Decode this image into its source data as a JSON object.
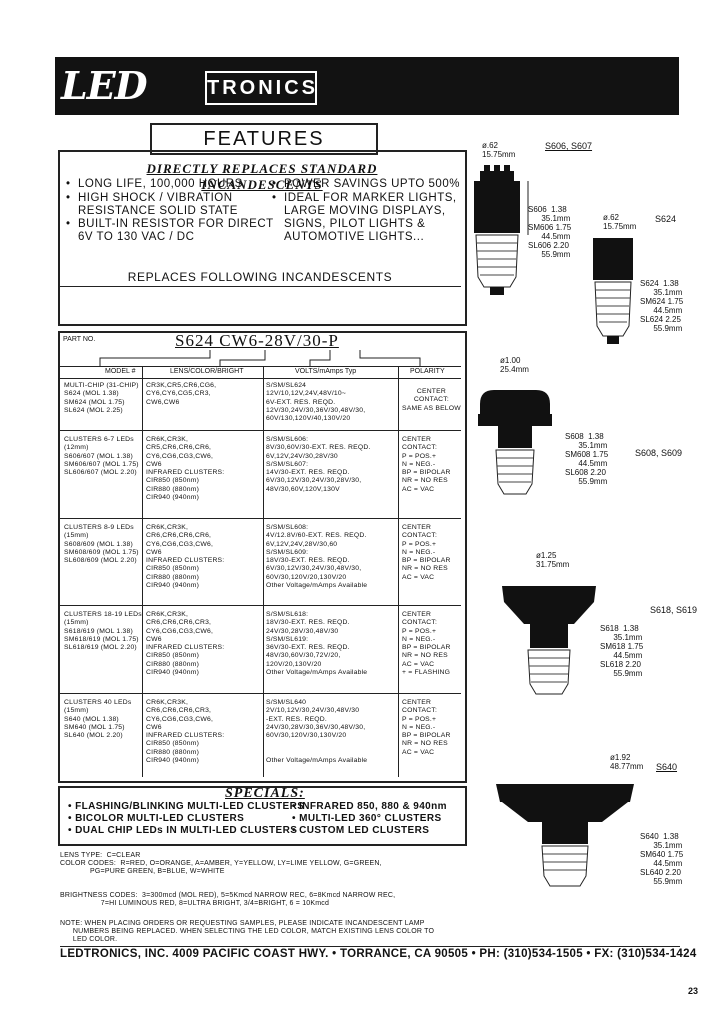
{
  "header": {
    "logo": "LED",
    "logo_suffix": "TRONICS"
  },
  "features": {
    "title": "FEATURES",
    "replaces": "DIRECTLY REPLACES STANDARD INCANDESCENTS",
    "left": [
      "LONG LIFE, 100,000 HOURS",
      "HIGH SHOCK / VIBRATION",
      "RESISTANCE SOLID STATE",
      "BUILT-IN RESISTOR FOR DIRECT",
      "6V TO 130 VAC / DC"
    ],
    "right": [
      "POWER SAVINGS UPTO 500%",
      "IDEAL FOR MARKER LIGHTS,",
      "LARGE MOVING DISPLAYS,",
      "SIGNS, PILOT LIGHTS &",
      "AUTOMOTIVE LIGHTS..."
    ],
    "incandescents_title": "REPLACES FOLLOWING INCANDESCENTS"
  },
  "part_table": {
    "part_no_label": "PART NO.",
    "part_code": "S624 CW6-28V/30-P",
    "headers": [
      "MODEL #",
      "LENS/COLOR/BRIGHT",
      "VOLTS/mAmps Typ",
      "POLARITY"
    ],
    "rows": [
      {
        "model": "MULTI-CHIP (31-CHIP)\nS624 (MOL 1.38)\nSM624 (MOL 1.75)\nSL624 (MOL 2.25)",
        "lens": "CR3K,CR5,CR6,CG6,\nCY6,CY6,CG5,CR3,\nCW6,CW6",
        "volts": "S/SM/SL624\n12V/10,12V,24V,48V/10~\n6V-EXT. RES. REQD.\n12V/30,24V/30,36V/30,48V/30,\n60V/130,120V/40,130V/20",
        "polarity": "CENTER\nCONTACT:\nSAME AS BELOW"
      },
      {
        "model": "CLUSTERS 6-7 LEDs\n(12mm)\nS606/607 (MOL 1.38)\nSM606/607 (MOL 1.75)\nSL606/607 (MOL 2.20)",
        "lens": "CR6K,CR3K,\nCR5,CR6,CR6,CR6,\nCY6,CG6,CG3,CW6,\nCW6\nINFRARED CLUSTERS:\nCIR850 (850nm)\nCIR880 (880nm)\nCIR940 (940nm)",
        "volts": "S/SM/SL606:\n8V/30,60V/30-EXT. RES. REQD.\n6V,12V,24V/30,28V/30\nS/SM/SL607:\n14V/30-EXT. RES. REQD.\n6V/30,12V/30,24V/30,28V/30,\n48V/30,60V,120V,130V",
        "polarity": "CENTER\nCONTACT:\nP = POS.+\nN = NEG.-\nBP = BIPOLAR\nNR = NO RES\nAC = VAC"
      },
      {
        "model": "CLUSTERS 8-9 LEDs\n(15mm)\nS608/609 (MOL 1.38)\nSM608/609 (MOL 1.75)\nSL608/609 (MOL 2.20)",
        "lens": "CR6K,CR3K,\nCR6,CR6,CR6,CR6,\nCY6,CG6,CG3,CW6,\nCW6\nINFRARED CLUSTERS:\nCIR850 (850nm)\nCIR880 (880nm)\nCIR940 (940nm)",
        "volts": "S/SM/SL608:\n4V/12.8V/60-EXT. RES. REQD.\n6V,12V,24V,28V/30,60\nS/SM/SL609:\n18V/30-EXT. RES. REQD.\n6V/30,12V/30,24V/30,48V/30,\n60V/30,120V/20,130V/20\nOther Voltage/mAmps Available",
        "polarity": "CENTER\nCONTACT:\nP = POS.+\nN = NEG.-\nBP = BIPOLAR\nNR = NO RES\nAC = VAC"
      },
      {
        "model": "CLUSTERS 18-19 LEDs\n(15mm)\nS618/619 (MOL 1.38)\nSM618/619 (MOL 1.75)\nSL618/619 (MOL 2.20)",
        "lens": "CR6K,CR3K,\nCR6,CR6,CR6,CR3,\nCY6,CG6,CG3,CW6,\nCW6\nINFRARED CLUSTERS:\nCIR850 (850nm)\nCIR880 (880nm)\nCIR940 (940nm)",
        "volts": "S/SM/SL618:\n18V/30-EXT. RES. REQD.\n24V/30,28V/30,48V/30\nS/SM/SL619:\n36V/30-EXT. RES. REQD.\n48V/30,60V/30,72V/20,\n120V/20,130V/20\nOther Voltage/mAmps Available",
        "polarity": "CENTER\nCONTACT:\nP = POS.+\nN = NEG.-\nBP = BIPOLAR\nNR = NO RES\nAC = VAC\n+ = FLASHING"
      },
      {
        "model": "CLUSTERS 40 LEDs\n(15mm)\nS640 (MOL 1.38)\nSM640 (MOL 1.75)\nSL640 (MOL 2.20)",
        "lens": "CR6K,CR3K,\nCR6,CR6,CR6,CR3,\nCY6,CG6,CG3,CW6,\nCW6\nINFRARED CLUSTERS:\nCIR850 (850nm)\nCIR880 (880nm)\nCIR940 (940nm)",
        "volts": "S/SM/SL640\n2V/10,12V/30,24V/30,48V/30\n-EXT. RES. REQD.\n24V/30,28V/30,36V/30,48V/30,\n60V/30,120V/30,130V/20\n\n\nOther Voltage/mAmps Available",
        "polarity": "CENTER\nCONTACT:\nP = POS.+\nN = NEG.-\nBP = BIPOLAR\nNR = NO RES\nAC = VAC"
      }
    ]
  },
  "specials": {
    "title": "SPECIALS:",
    "left": [
      "FLASHING/BLINKING MULTI-LED CLUSTERS",
      "BICOLOR MULTI-LED CLUSTERS",
      "DUAL CHIP LEDs IN MULTI-LED CLUSTERS"
    ],
    "right": [
      "INFRARED 850, 880 & 940nm",
      "MULTI-LED 360° CLUSTERS",
      "CUSTOM LED CLUSTERS"
    ]
  },
  "notes": {
    "lens_type": "LENS TYPE:  C=CLEAR\nCOLOR CODES:  R=RED, O=ORANGE, A=AMBER, Y=YELLOW, LY=LIME YELLOW, G=GREEN,\n              PG=PURE GREEN, B=BLUE, W=WHITE",
    "brightness": "BRIGHTNESS CODES:  3=300mcd (MOL RED), 5=5Kmcd NARROW REC, 6=8Kmcd NARROW REC,\n                   7=HI LUMINOUS RED, 8=ULTRA BRIGHT, 3/4=BRIGHT, 6 = 10Kmcd",
    "note": "NOTE: WHEN PLACING ORDERS OR REQUESTING SAMPLES, PLEASE INDICATE INCANDESCENT LAMP\n      NUMBERS BEING REPLACED. WHEN SELECTING THE LED COLOR, MATCH EXISTING LENS COLOR TO\n      LED COLOR."
  },
  "footer": {
    "text": "LEDTRONICS, INC. 4009 PACIFIC COAST HWY. • TORRANCE, CA 90505 • PH: (310)534-1505 • FX: (310)534-1424",
    "page": "23"
  },
  "right_column": {
    "s606": {
      "title": "S606, S607",
      "dia": "ø.62\n15.75mm",
      "lengths": "S606  1.38\n      35.1mm\nSM606 1.75\n      44.5mm\nSL606 2.20\n      55.9mm"
    },
    "s624": {
      "title": "S624",
      "dia": "ø.62\n15.75mm",
      "lengths": "S624  1.38\n      35.1mm\nSM624 1.75\n      44.5mm\nSL624 2.25\n      55.9mm"
    },
    "s608": {
      "title": "S608, S609",
      "dia": "ø1.00\n25.4mm",
      "lengths": "S608  1.38\n      35.1mm\nSM608 1.75\n      44.5mm\nSL608 2.20\n      55.9mm"
    },
    "s618": {
      "title": "S618, S619",
      "dia": "ø1.25\n31.75mm",
      "lengths": "S618  1.38\n      35.1mm\nSM618 1.75\n      44.5mm\nSL618 2.20\n      55.9mm"
    },
    "s640": {
      "title": "S640",
      "dia": "ø1.92\n48.77mm",
      "lengths": "S640  1.38\n      35.1mm\nSM640 1.75\n      44.5mm\nSL640 2.20\n      55.9mm"
    }
  }
}
